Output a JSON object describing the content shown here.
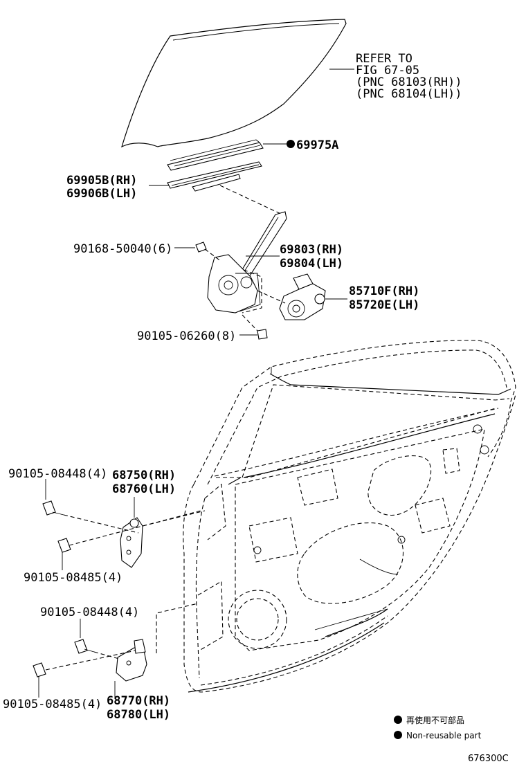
{
  "refer": {
    "line1": "REFER TO",
    "line2": "FIG 67-05",
    "line3": "(PNC 68103(RH))",
    "line4": "(PNC 68104(LH))"
  },
  "parts": {
    "channel_a": "69975A",
    "run_rh": "69905B(RH)",
    "run_lh": "69906B(LH)",
    "screw_90168": "90168-50040(6)",
    "regulator_rh": "69803(RH)",
    "regulator_lh": "69804(LH)",
    "motor_rh": "85710F(RH)",
    "motor_lh": "85720E(LH)",
    "bolt_06260": "90105-06260(8)",
    "bolt_upper_a": "90105-08448(4)",
    "hinge_upper_rh": "68750(RH)",
    "hinge_upper_lh": "68760(LH)",
    "bolt_upper_b": "90105-08485(4)",
    "bolt_lower_a": "90105-08448(4)",
    "bolt_lower_b": "90105-08485(4)",
    "hinge_lower_rh": "68770(RH)",
    "hinge_lower_lh": "68780(LH)"
  },
  "legend": {
    "japanese": "再使用不可部品",
    "english": "Non-reusable part"
  },
  "figure_code": "676300C"
}
